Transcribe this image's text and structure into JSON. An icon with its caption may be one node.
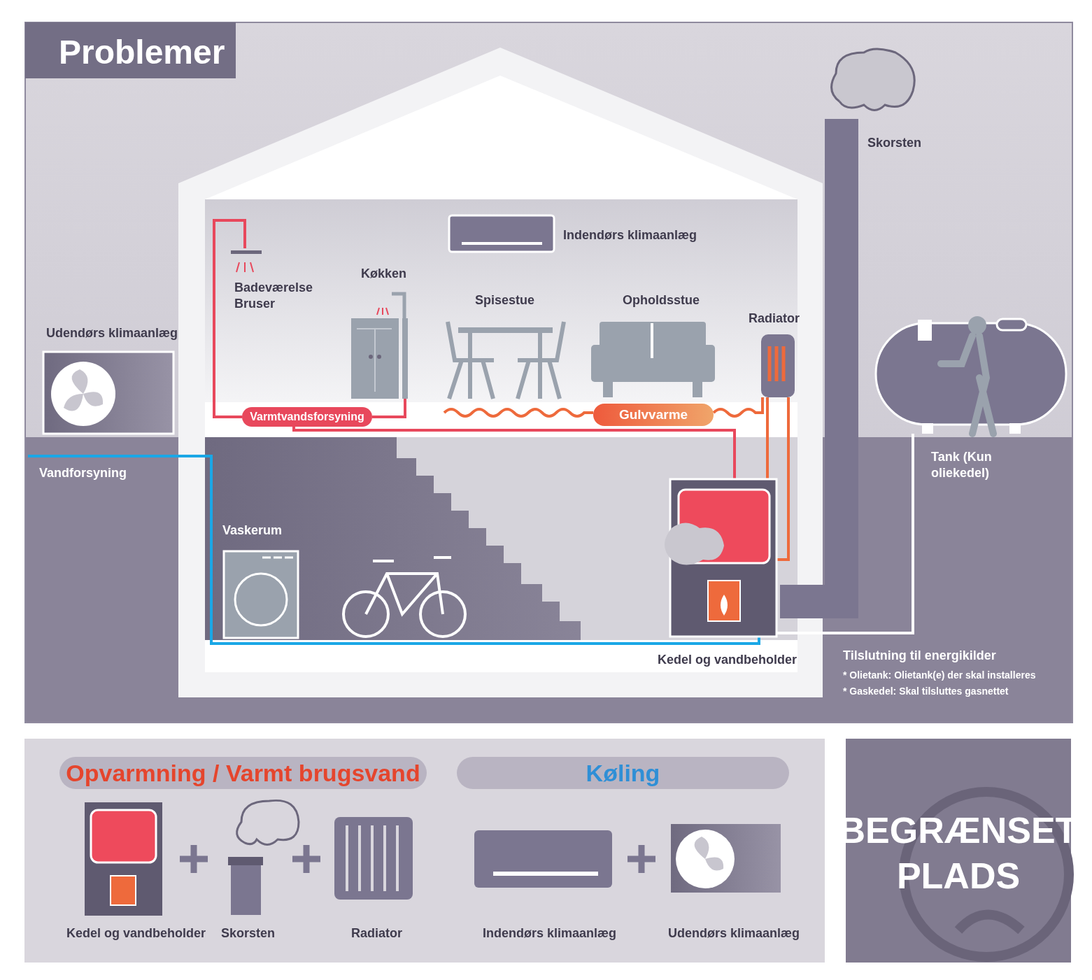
{
  "diagram": {
    "title": "Problemer",
    "nodes": [
      {
        "text": [
          "Varmtvandsforsyning"
        ]
      },
      {
        "text": [
          "Gulvvarme"
        ]
      },
      {
        "text": [
          "Opvarmning / Varmt brugsvand"
        ]
      },
      {
        "text": [
          "Køling"
        ]
      },
      {
        "text": [
          "BEGRÆNSET PLADS"
        ]
      },
      {
        "text": [],
        "shape": "picture",
        "beside": [
          "Badeværelse Bruser"
        ]
      },
      {
        "text": [],
        "shape": "picture",
        "beside": [
          "Radiator"
        ]
      },
      {
        "text": [],
        "shape": "picture",
        "beside": [
          "Kedel og vandbeholder"
        ]
      },
      {
        "text": [],
        "shape": "picture",
        "beside": [
          "Køkken"
        ]
      },
      {
        "text": [],
        "shape": "picture",
        "beside": [
          "Tank (Kun oliekedel)"
        ]
      }
    ],
    "edges": [
      {
        "from": 0,
        "to": 5,
        "arrow": "none"
      },
      {
        "from": 0,
        "to": 8,
        "arrow": "none"
      },
      {
        "from": 0,
        "to": 7,
        "arrow": "none"
      },
      {
        "from": null,
        "to": 1,
        "arrow": "none",
        "color": "#ee6a3c"
      },
      {
        "from": 1,
        "to": 6,
        "arrow": "none",
        "color": "#ee6a3c"
      },
      {
        "from": 6,
        "to": 7,
        "arrow": "none",
        "color": "#ee6a3c"
      },
      {
        "from": 6,
        "to": 7,
        "arrow": "none",
        "color": "#ee6a3c"
      },
      {
        "from": null,
        "to": 7,
        "arrow": "none",
        "color": "#1aa7e6"
      },
      {
        "from": 9,
        "to": 7,
        "arrow": "none",
        "color": "#ffffff"
      }
    ],
    "labels": [
      "Skorsten",
      "Indendørs klimaanlæg",
      "Spisestue",
      "Opholdsstue",
      "Udendørs klimaanlæg",
      "Vandforsyning",
      "Vaskerum",
      "Tilslutning til energikilder",
      "* Olietank: Olietank(e) der skal installeres",
      "* Gaskedel: Skal tilsluttes gasnettet",
      "Kedel og vandbeholder",
      "Skorsten",
      "Radiator",
      "Indendørs klimaanlæg",
      "Udendørs klimaanlæg"
    ]
  }
}
